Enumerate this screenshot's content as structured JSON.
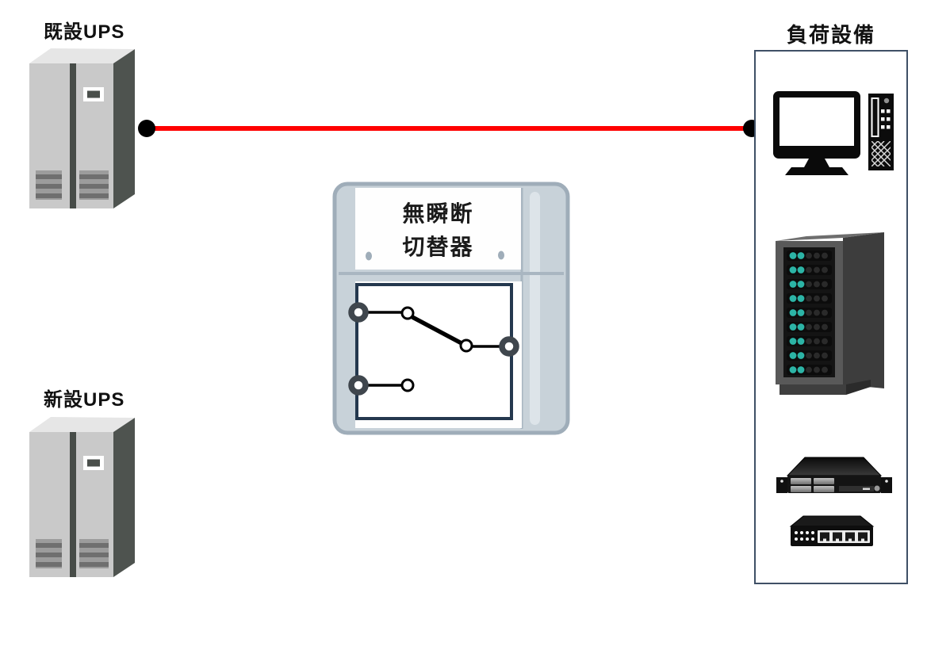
{
  "diagram": {
    "nodes": [
      {
        "id": "existing-ups",
        "label": "既設UPS",
        "type": "ups-cabinet"
      },
      {
        "id": "new-ups",
        "label": "新設UPS",
        "type": "ups-cabinet"
      },
      {
        "id": "transfer-switch",
        "type": "no-break-transfer-switch",
        "label_lines": [
          "無瞬断",
          "切替器"
        ],
        "state": {
          "upper_path": "closed",
          "lower_path": "open"
        }
      },
      {
        "id": "load-equipment",
        "label": "負荷設備",
        "type": "load-group",
        "devices": [
          "desktop-pc",
          "server-rack",
          "rack-server-1u",
          "network-switch"
        ]
      }
    ],
    "edges": [
      {
        "from": "existing-ups",
        "to": "load-equipment",
        "color": "#ff0000",
        "style": "solid-thick",
        "endpoints": "filled-black-circles"
      }
    ]
  },
  "colors": {
    "background": "#ffffff",
    "power_line_active": "#ff0000",
    "connection_node": "#000000",
    "ups_front": "#c9c9c9",
    "ups_top": "#e6e6e6",
    "ups_side": "#4e534f",
    "switch_body": "#c8d2d9",
    "switch_outline": "#9fadb9",
    "switch_panel": "#fefefe",
    "switch_inner_border": "#24384e",
    "switch_terminal": "#3f464d",
    "load_box_border": "#3f5066",
    "server_led_on": "#2cb4a6"
  }
}
